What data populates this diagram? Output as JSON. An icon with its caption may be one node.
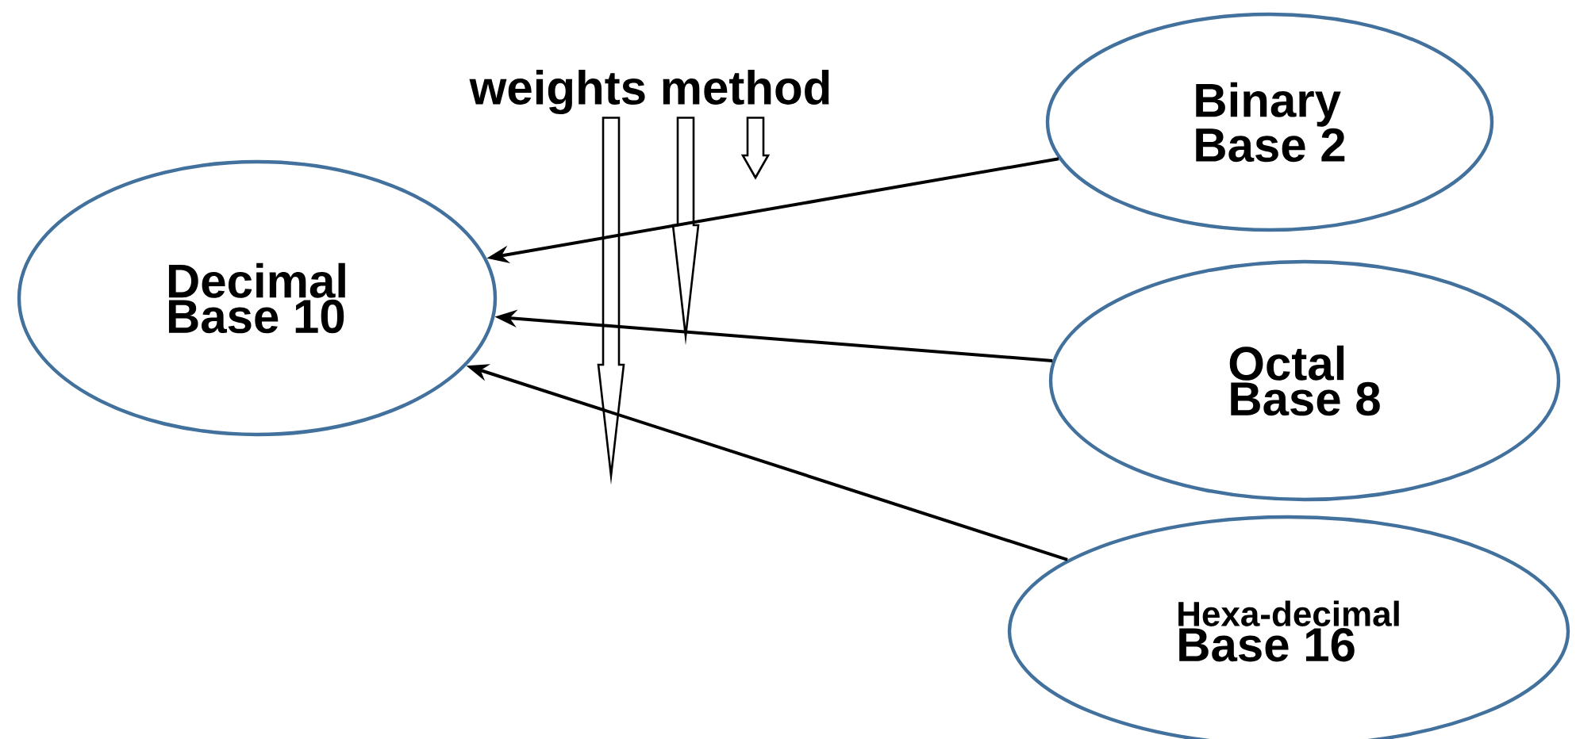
{
  "diagram": {
    "nodes": [
      {
        "text": [
          "Decimal",
          "Base 10"
        ]
      },
      {
        "text": [
          "Binary",
          "Base 2"
        ]
      },
      {
        "text": [
          "Octal",
          "Base 8"
        ]
      },
      {
        "text": [
          "Hexa-decimal",
          "Base 16"
        ]
      },
      {
        "text": [
          "weights method"
        ]
      }
    ],
    "edges": [
      {
        "from": 1,
        "to": 0,
        "arrow": "to"
      },
      {
        "from": 2,
        "to": 0,
        "arrow": "to"
      },
      {
        "from": 3,
        "to": 0,
        "arrow": "to"
      },
      {
        "from": 4,
        "to": null,
        "arrow": "to"
      },
      {
        "from": 4,
        "to": null,
        "arrow": "to"
      },
      {
        "from": 4,
        "to": null,
        "arrow": "to"
      }
    ]
  }
}
